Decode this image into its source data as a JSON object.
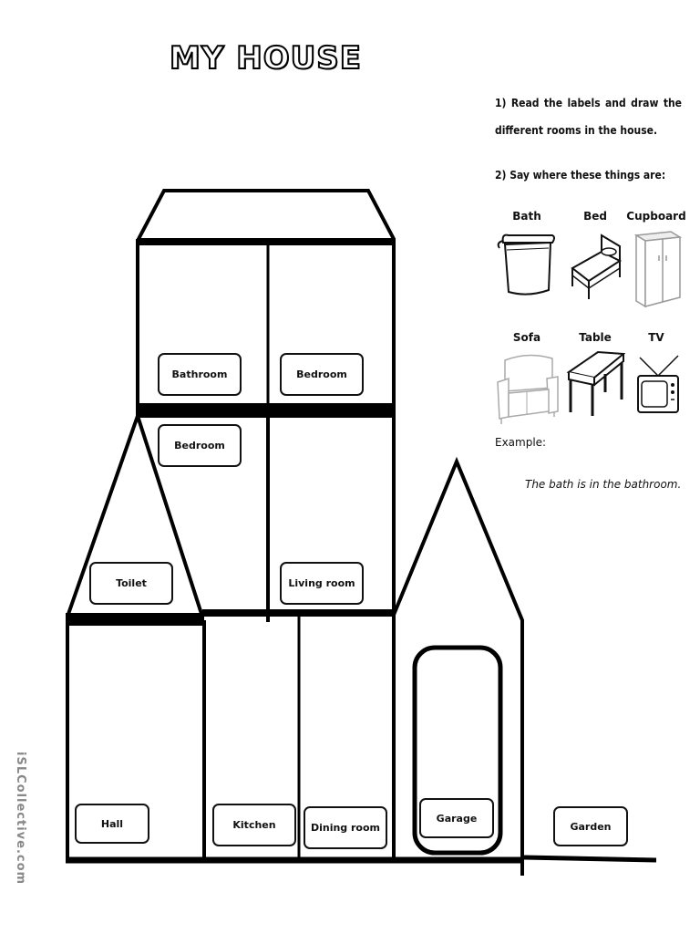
{
  "title": "MY HOUSE",
  "instructions": {
    "step1": "1) Read the labels and draw the different rooms in the house.",
    "step2": "2) Say where these things are:"
  },
  "items": [
    {
      "label": "Bath",
      "icon": "bath-icon"
    },
    {
      "label": "Bed",
      "icon": "bed-icon"
    },
    {
      "label": "Cupboard",
      "icon": "cupboard-icon"
    },
    {
      "label": "Sofa",
      "icon": "sofa-icon"
    },
    {
      "label": "Table",
      "icon": "table-icon"
    },
    {
      "label": "TV",
      "icon": "tv-icon"
    }
  ],
  "example": {
    "label": "Example:",
    "sentence": "The bath is in the bathroom."
  },
  "rooms": {
    "bathroom": "Bathroom",
    "bedroom_top": "Bedroom",
    "bedroom_mid": "Bedroom",
    "toilet": "Toilet",
    "living_room": "Living room",
    "hall": "Hall",
    "kitchen": "Kitchen",
    "dining_room": "Dining room",
    "garage": "Garage",
    "garden": "Garden"
  },
  "watermark": "iSLCollective.com"
}
